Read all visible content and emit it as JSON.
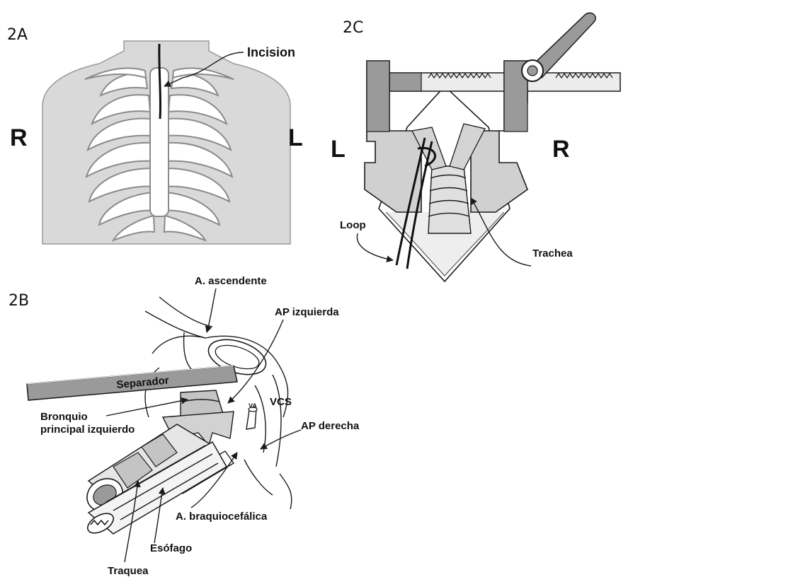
{
  "panels": {
    "a": {
      "label": "2A",
      "left_side": "R",
      "right_side": "L",
      "incision": "Incision"
    },
    "c": {
      "label": "2C",
      "left_side": "L",
      "right_side": "R",
      "loop": "Loop",
      "trachea": "Trachea"
    },
    "b": {
      "label": "2B",
      "ascending_aorta": "A. ascendente",
      "left_pa": "AP izquierda",
      "retractor": "Separador",
      "left_bronchus_line1": "Bronquio",
      "left_bronchus_line2": "principal izquierdo",
      "va": "VA",
      "svc": "VCS",
      "right_pa": "AP derecha",
      "brachiocephalic": "A. braquiocefálica",
      "esophagus": "Esófago",
      "trachea": "Traquea"
    }
  },
  "colors": {
    "line": "#1a1a1a",
    "body_gray": "#d9d9d9",
    "rib_stroke": "#8a8a8a",
    "instrument_gray": "#9a9a9a",
    "mid_gray": "#c4c4c4"
  }
}
